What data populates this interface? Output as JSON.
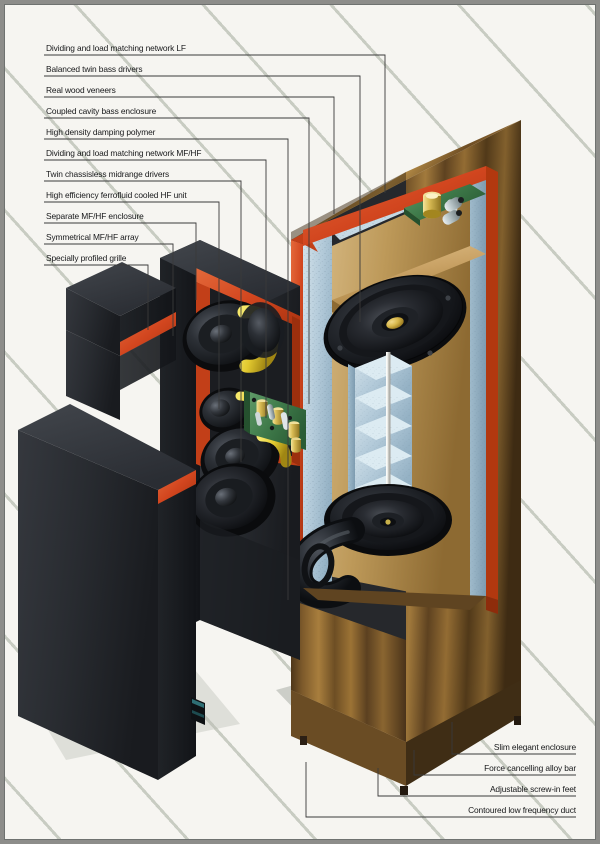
{
  "document": {
    "title": "Loudspeaker cutaway technical illustration",
    "subject": "Floorstanding loudspeaker with cutaway cabinet and detached grille"
  },
  "colors": {
    "page_background": "#f4f3ef",
    "stripe": "#c8ccc2",
    "label_text": "#17181a",
    "leader_line": "#3a3a3a",
    "cabinet_wood_light": "#c49a5c",
    "cabinet_wood_mid": "#9a7038",
    "cabinet_wood_dark": "#5d4120",
    "inner_edge_red": "#d2461f",
    "damping_polymer_blue": "#b9cfdc",
    "grille_black": "#24262b",
    "pcb_green": "#3f7a4a",
    "component_gold": "#d6b74a",
    "voice_coil_yellow": "#e8d13c",
    "driver_black": "#1a1b1f",
    "alloy_bar": "#dcdcd6"
  },
  "callouts": {
    "left": [
      {
        "id": "dividing-network-lf",
        "label": "Dividing and load matching network LF"
      },
      {
        "id": "balanced-twin-bass",
        "label": "Balanced twin bass drivers"
      },
      {
        "id": "real-wood-veneers",
        "label": "Real wood veneers"
      },
      {
        "id": "coupled-cavity",
        "label": "Coupled cavity bass enclosure"
      },
      {
        "id": "damping-polymer",
        "label": "High density damping polymer"
      },
      {
        "id": "dividing-network-mfhf",
        "label": "Dividing and load matching network MF/HF"
      },
      {
        "id": "twin-midrange",
        "label": "Twin chassisless midrange drivers"
      },
      {
        "id": "ferrofluid-hf",
        "label": "High efficiency ferrofluid cooled HF unit"
      },
      {
        "id": "separate-mfhf-enclosure",
        "label": "Separate MF/HF enclosure"
      },
      {
        "id": "symmetrical-array",
        "label": "Symmetrical MF/HF array"
      },
      {
        "id": "profiled-grille",
        "label": "Specially profiled grille"
      }
    ],
    "right": [
      {
        "id": "slim-enclosure",
        "label": "Slim elegant enclosure"
      },
      {
        "id": "alloy-bar",
        "label": "Force cancelling alloy bar"
      },
      {
        "id": "screw-in-feet",
        "label": "Adjustable screw-in feet"
      },
      {
        "id": "lf-duct",
        "label": "Contoured low frequency duct"
      }
    ]
  }
}
